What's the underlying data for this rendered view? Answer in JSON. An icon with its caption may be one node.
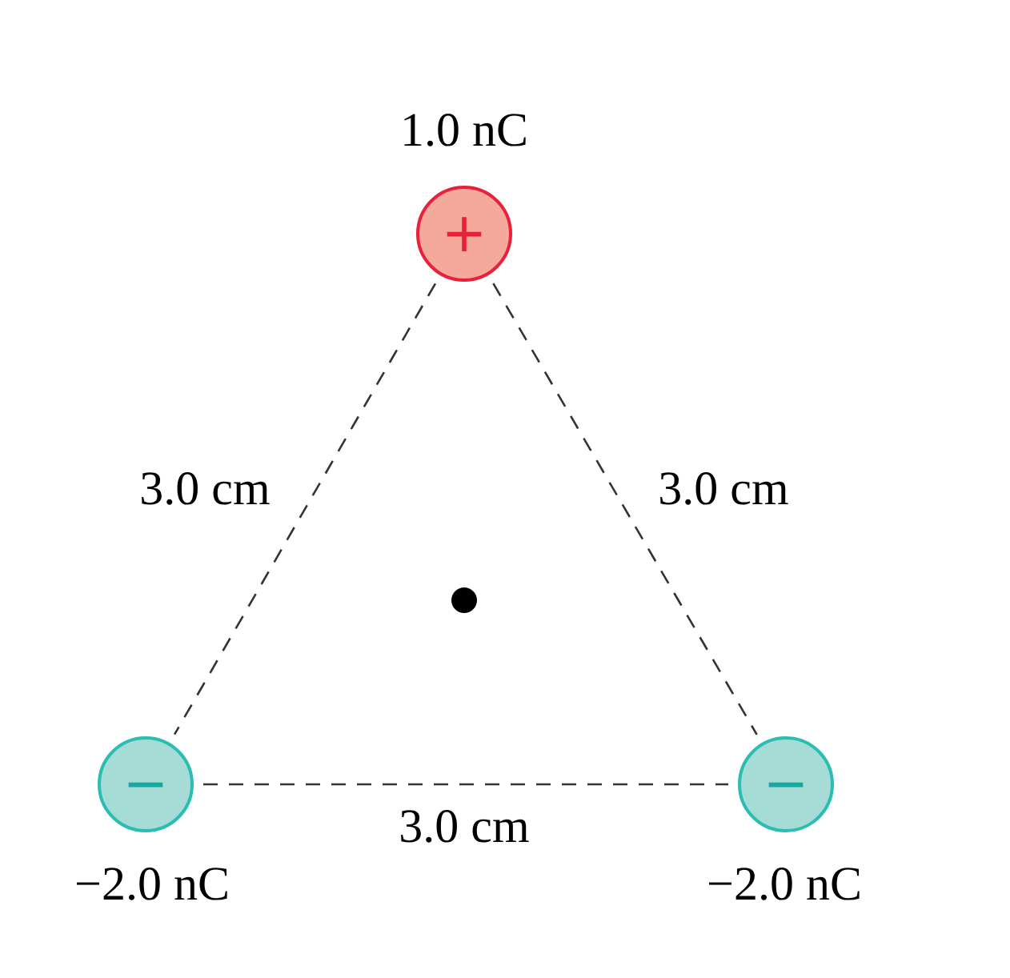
{
  "diagram": {
    "nodes": [
      {
        "text": [
          "+"
        ],
        "beside": [
          "1.0 nC"
        ]
      },
      {
        "text": [
          "−"
        ],
        "beside": [
          "−2.0 nC"
        ]
      },
      {
        "text": [
          "−"
        ],
        "beside": [
          "−2.0 nC"
        ]
      }
    ],
    "edges": [
      {
        "from": 0,
        "to": 1,
        "arrow": "none",
        "label": "3.0 cm",
        "style": "dashed"
      },
      {
        "from": 0,
        "to": 2,
        "arrow": "none",
        "label": "3.0 cm",
        "style": "dashed"
      },
      {
        "from": 1,
        "to": 2,
        "arrow": "none",
        "label": "3.0 cm",
        "style": "dashed"
      }
    ]
  }
}
